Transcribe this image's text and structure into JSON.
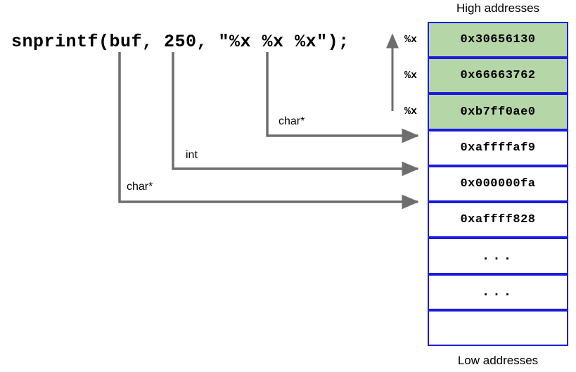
{
  "diagram": {
    "title_note": "format string stack layout",
    "code": {
      "text": "snprintf(buf, 250, \"%x %x %x\");"
    },
    "captions": {
      "high": "High addresses",
      "low": "Low addresses"
    },
    "colors": {
      "box_border": "#1b1bdd",
      "box_fill_highlight": "#b5d6a7",
      "box_fill_plain": "#ffffff",
      "connector": "#6e6e6e",
      "text": "#000000"
    },
    "stack": {
      "rows": [
        {
          "value": "0x30656130",
          "highlighted": true,
          "marker": "%x"
        },
        {
          "value": "0x66663762",
          "highlighted": true,
          "marker": "%x"
        },
        {
          "value": "0xb7ff0ae0",
          "highlighted": true,
          "marker": "%x"
        },
        {
          "value": "0xaffffaf9",
          "highlighted": false,
          "marker": ""
        },
        {
          "value": "0x000000fa",
          "highlighted": false,
          "marker": ""
        },
        {
          "value": "0xaffff828",
          "highlighted": false,
          "marker": ""
        },
        {
          "value": "...",
          "highlighted": false,
          "marker": ""
        },
        {
          "value": "...",
          "highlighted": false,
          "marker": ""
        },
        {
          "value": "",
          "highlighted": false,
          "marker": ""
        }
      ]
    },
    "arguments": [
      {
        "label": "char*",
        "target_row": 5,
        "source": "buf"
      },
      {
        "label": "int",
        "target_row": 4,
        "source": "250"
      },
      {
        "label": "char*",
        "target_row": 3,
        "source": "format-string"
      }
    ],
    "growth_arrow": {
      "direction": "up",
      "meaning": "successive %x reads move toward high addresses"
    }
  }
}
